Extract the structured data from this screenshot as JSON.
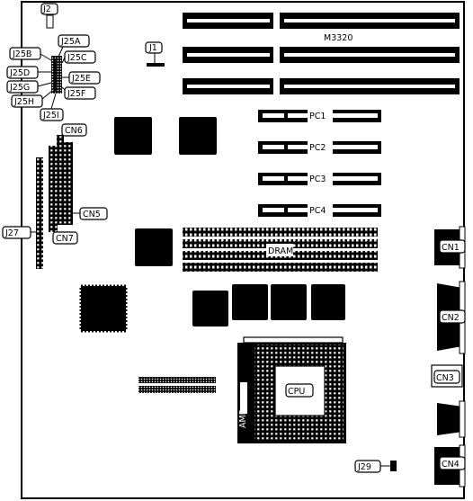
{
  "board_model": "M3320",
  "jumpers": {
    "j1": "J1",
    "j2": "J2",
    "j25a": "J25A",
    "j25b": "J25B",
    "j25c": "J25C",
    "j25d": "J25D",
    "j25e": "J25E",
    "j25f": "J25F",
    "j25g": "J25G",
    "j25h": "J25H",
    "j25i": "J25I",
    "j27": "J27",
    "j29": "J29"
  },
  "connectors": {
    "cn1": "CN1",
    "cn2": "CN2",
    "cn3": "CN3",
    "cn4": "CN4",
    "cn5": "CN5",
    "cn6": "CN6",
    "cn7": "CN7"
  },
  "pci_slots": [
    "PC1",
    "PC2",
    "PC3",
    "PC4"
  ],
  "memory_label": "DRAM",
  "cpu_label": "CPU",
  "socket_brand": "AMP",
  "colors": {
    "board_outline": "#000000",
    "background": "#ffffff",
    "chip_fill": "#000000"
  }
}
